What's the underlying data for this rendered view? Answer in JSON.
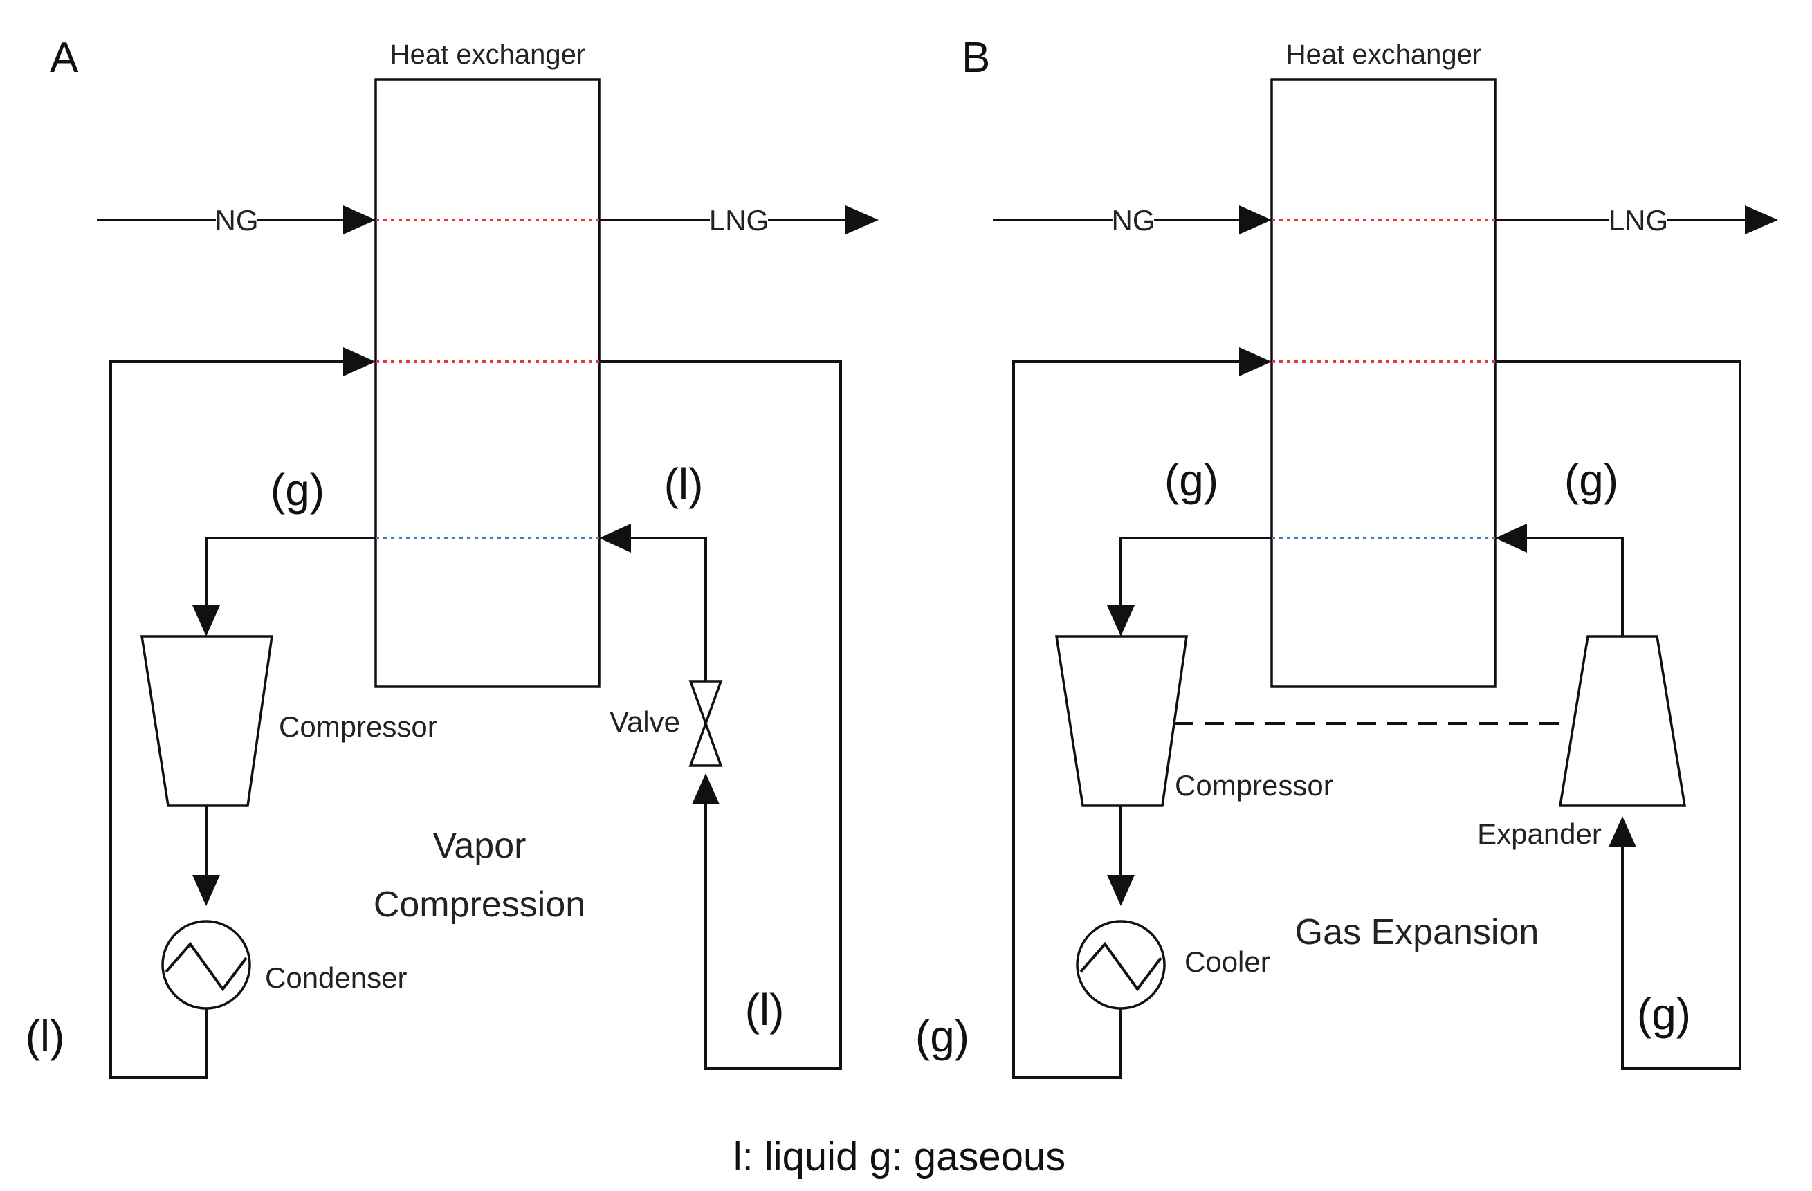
{
  "panel_a": {
    "letter": "A",
    "heat_exchanger": "Heat exchanger",
    "ng": "NG",
    "lng": "LNG",
    "compressor": "Compressor",
    "condenser": "Condenser",
    "valve": "Valve",
    "cycle_line1": "Vapor",
    "cycle_line2": "Compression",
    "state_top_left": "(g)",
    "state_top_right": "(l)",
    "state_bottom_left": "(l)",
    "state_bottom_right": "(l)"
  },
  "panel_b": {
    "letter": "B",
    "heat_exchanger": "Heat exchanger",
    "ng": "NG",
    "lng": "LNG",
    "compressor": "Compressor",
    "cooler": "Cooler",
    "expander": "Expander",
    "cycle_label": "Gas Expansion",
    "state_top_left": "(g)",
    "state_top_right": "(g)",
    "state_bottom_left": "(g)",
    "state_bottom_right": "(g)"
  },
  "legend": "l: liquid g: gaseous",
  "colors": {
    "warm_stream": "#e8323c",
    "cold_stream": "#3a7fc4",
    "line": "#111111"
  }
}
